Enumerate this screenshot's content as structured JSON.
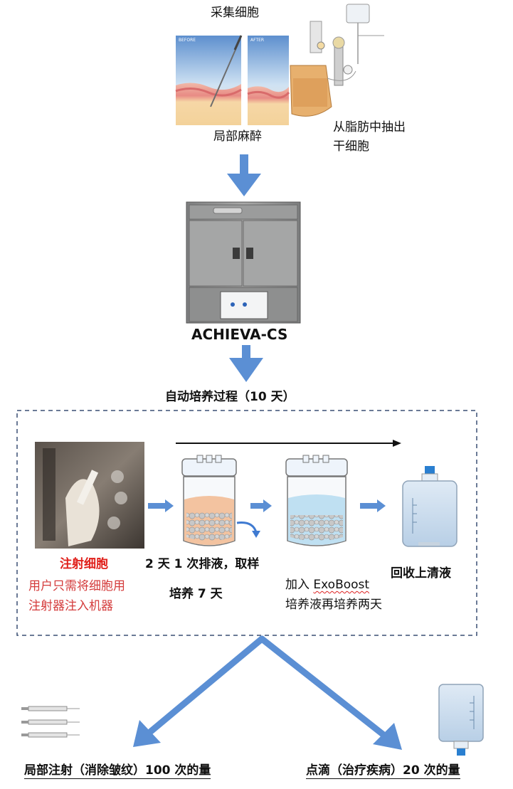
{
  "top": {
    "collect_label": "采集细胞",
    "before_label": "BEFORE",
    "after_label": "AFTER",
    "anesthesia_label": "局部麻醉",
    "extract_line1": "从脂肪中抽出",
    "extract_line2": "干细胞"
  },
  "machine": {
    "name": "ACHIEVA-CS"
  },
  "process": {
    "title": "自动培养过程（10 天）",
    "inject_title": "注射细胞",
    "inject_desc_line1": "用户只需将细胞用",
    "inject_desc_line2": "注射器注入机器",
    "drain_label": "2 天 1 次排液，取样",
    "culture_label": "培养 7 天",
    "exoboost_prefix": "加入 ",
    "exoboost_word": "ExoBoost",
    "exoboost_line2": "培养液再培养两天",
    "collect_supernatant": "回收上清液"
  },
  "outcomes": {
    "left_label": "局部注射（消除皱纹）100 次的量",
    "right_label": "点滴（治疗疾病）20 次的量"
  },
  "colors": {
    "arrow_blue": "#5b8fd4",
    "dash_border": "#3a4f73",
    "red_text": "#e0201b",
    "medium_orange": "#f3c3a0",
    "medium_blue": "#bfe0f2"
  }
}
